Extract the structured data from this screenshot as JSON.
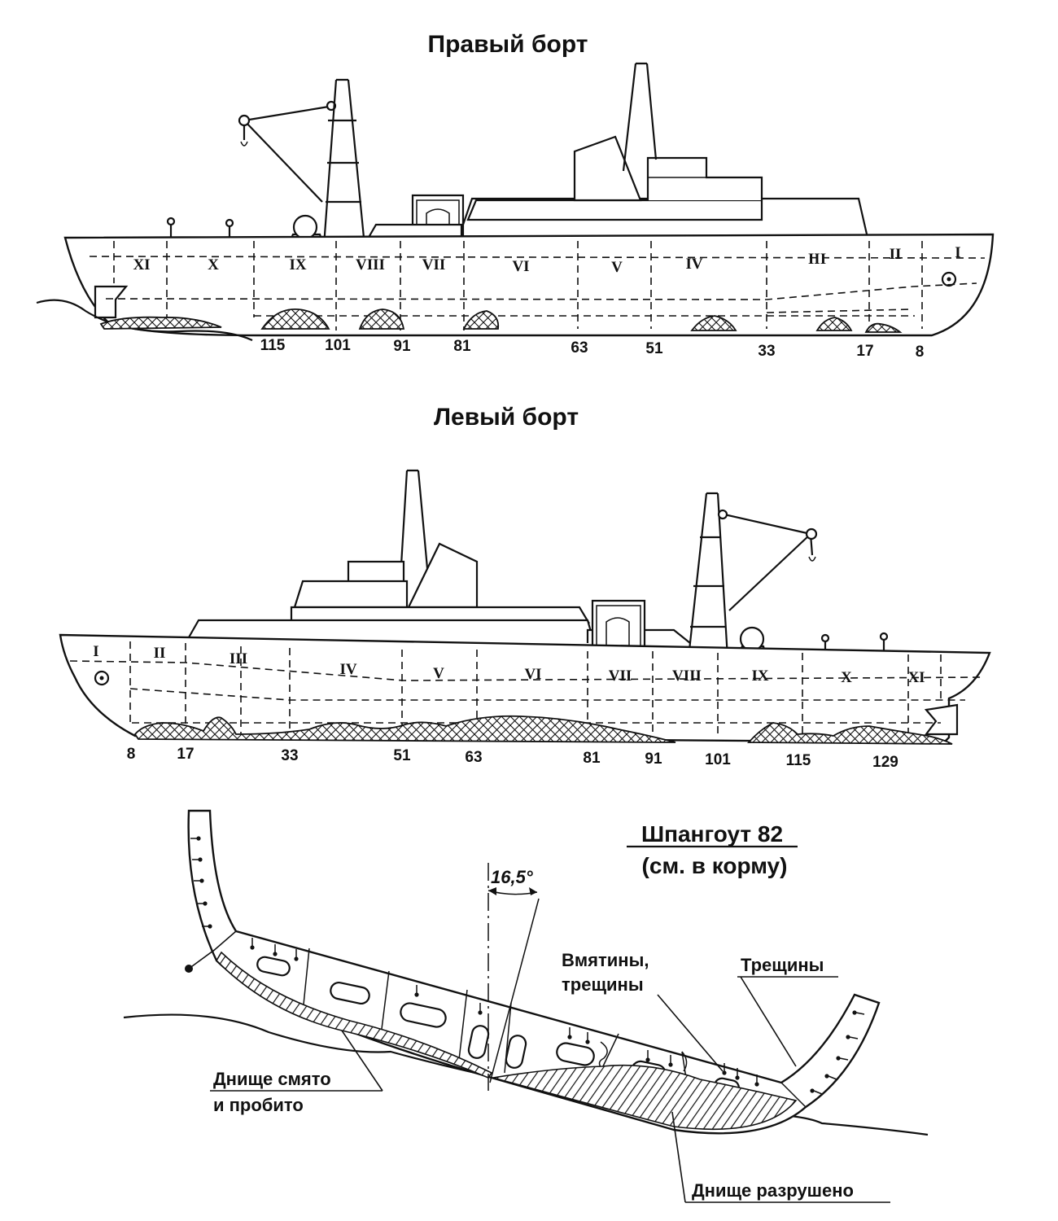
{
  "diagrams": {
    "starboard": {
      "title": "Правый борт",
      "compartments": [
        "XI",
        "X",
        "IX",
        "VIII",
        "VII",
        "VI",
        "V",
        "IV",
        "III",
        "II",
        "I"
      ],
      "frames": [
        "115",
        "101",
        "91",
        "81",
        "63",
        "51",
        "33",
        "17",
        "8"
      ]
    },
    "port": {
      "title": "Левый борт",
      "compartments": [
        "I",
        "II",
        "III",
        "IV",
        "V",
        "VI",
        "VII",
        "VIII",
        "IX",
        "X",
        "XI"
      ],
      "frames": [
        "8",
        "17",
        "33",
        "51",
        "63",
        "81",
        "91",
        "101",
        "115",
        "129"
      ]
    },
    "section": {
      "title": "Шпангоут 82",
      "subtitle": "(см. в корму)",
      "angle": "16,5°",
      "labels": {
        "dents_line1": "Вмятины,",
        "dents_line2": "трещины",
        "cracks": "Трещины",
        "crumpled_line1": "Днище смято",
        "crumpled_line2": "и пробито",
        "destroyed": "Днище разрушено"
      }
    }
  }
}
